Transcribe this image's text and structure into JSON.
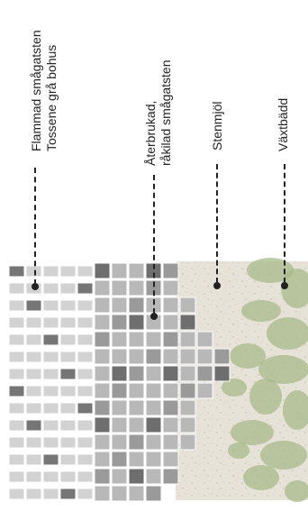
{
  "labels": {
    "flammad": {
      "line1": "Flammad smågatsten",
      "line2": "Tossene grå bohus"
    },
    "aterbrukad": {
      "line1": "Återbrukad,",
      "line2": "råkilad smågatsten"
    },
    "stenmjol": {
      "line1": "Stenmjöl"
    },
    "vaxtbadd": {
      "line1": "Växtbädd"
    }
  },
  "colors": {
    "flamed_light": "#d2d2d2",
    "flamed_dark": "#767676",
    "reclaimed_light": "#b8b8b8",
    "reclaimed_mid": "#9a9a9a",
    "reclaimed_dark": "#6e6e6e",
    "gravel": "#e6e2d8",
    "planting": "#a8b98a",
    "ink": "#222222"
  }
}
